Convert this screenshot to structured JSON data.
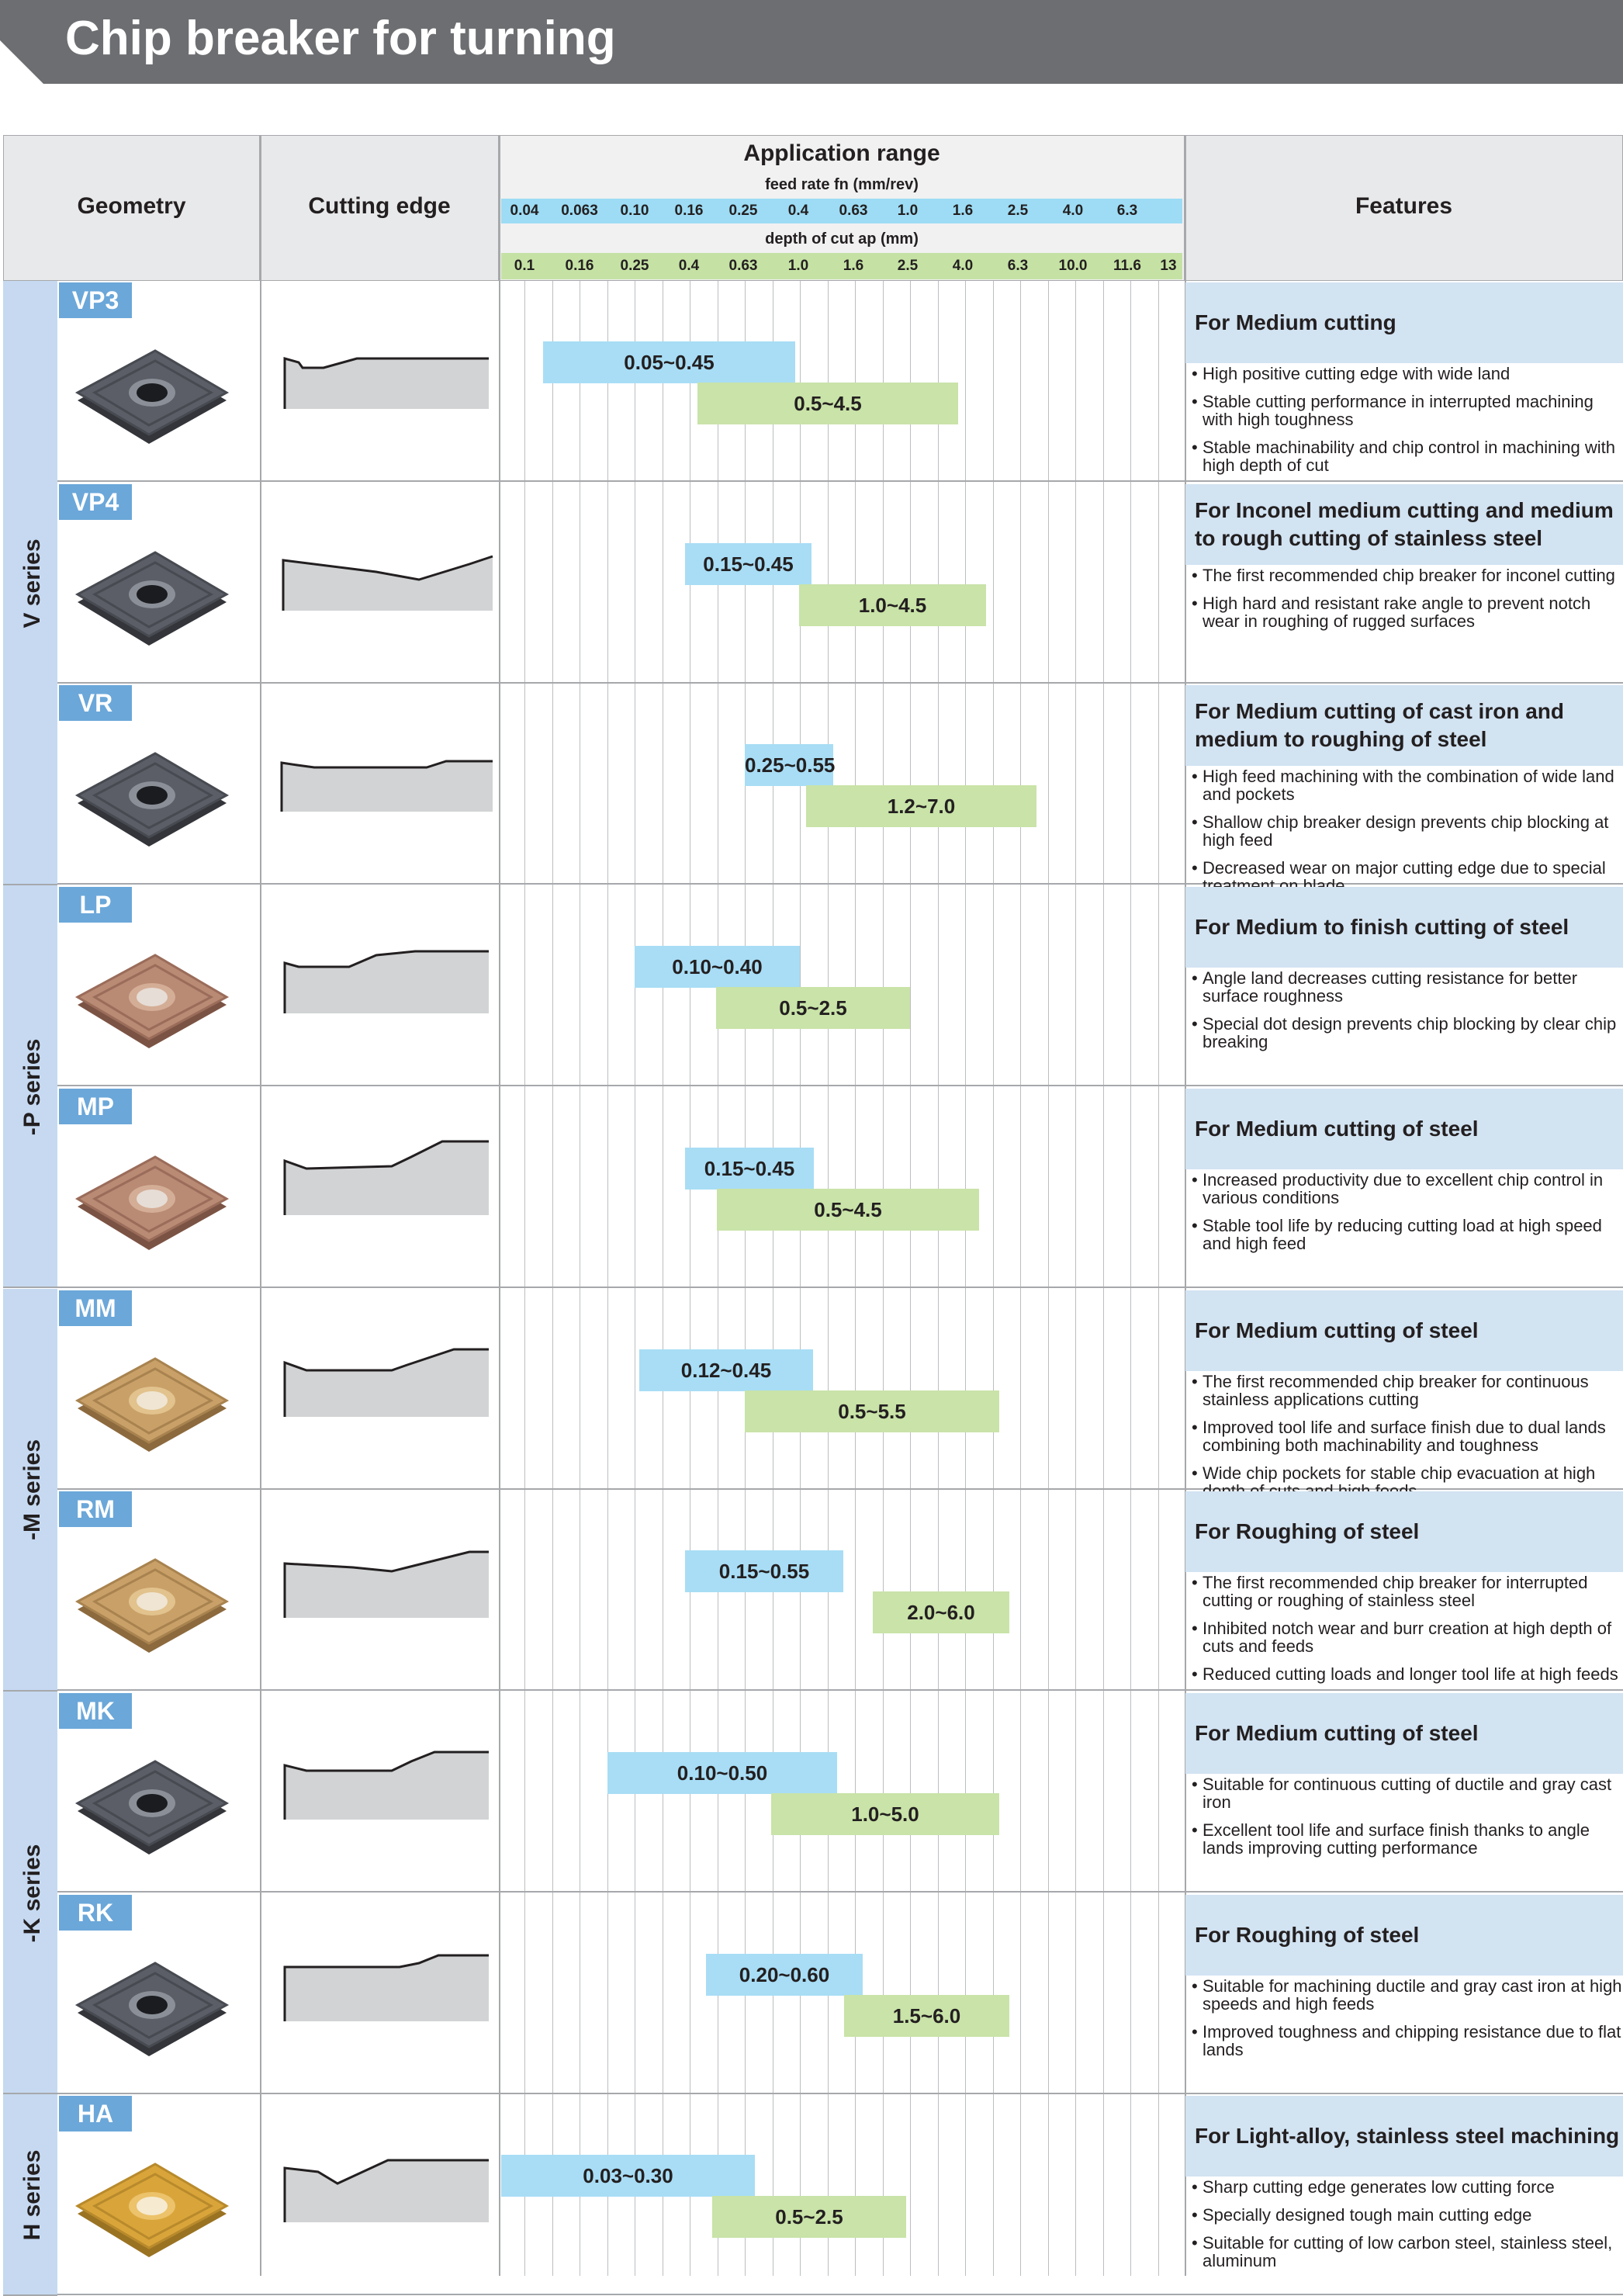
{
  "page": {
    "title": "Chip breaker for turning"
  },
  "header": {
    "geometry": "Geometry",
    "cutting_edge": "Cutting edge",
    "application_range": "Application range",
    "feed_label": "feed rate fn (mm/rev)",
    "depth_label": "depth of cut ap (mm)",
    "features": "Features",
    "feed_ticks": [
      "0.04",
      "0.063",
      "0.10",
      "0.16",
      "0.25",
      "0.4",
      "0.63",
      "1.0",
      "1.6",
      "2.5",
      "4.0",
      "6.3"
    ],
    "depth_ticks": [
      "0.1",
      "0.16",
      "0.25",
      "0.4",
      "0.63",
      "1.0",
      "1.6",
      "2.5",
      "4.0",
      "6.3",
      "10.0",
      "11.6",
      "13"
    ]
  },
  "series": [
    {
      "label": "V series"
    },
    {
      "label": "-P series"
    },
    {
      "label": "-M series"
    },
    {
      "label": "-K series"
    },
    {
      "label": "H series"
    }
  ],
  "rows": [
    {
      "code": "VP3",
      "insert_color": "dark",
      "feed_range": "0.05~0.45",
      "depth_range": "0.5~4.5",
      "feature_title": "For Medium cutting",
      "features": [
        "High positive cutting edge with wide land",
        "Stable cutting performance in interrupted machining with high toughness",
        "Stable machinability and chip control in machining with high depth of cut"
      ]
    },
    {
      "code": "VP4",
      "insert_color": "dark",
      "feed_range": "0.15~0.45",
      "depth_range": "1.0~4.5",
      "feature_title": "For Inconel medium cutting and medium to rough cutting of stainless steel",
      "features": [
        "The first recommended chip breaker for inconel cutting",
        "High hard and resistant rake angle to prevent notch wear in roughing of rugged surfaces"
      ]
    },
    {
      "code": "VR",
      "insert_color": "dark",
      "feed_range": "0.25~0.55",
      "depth_range": "1.2~7.0",
      "feature_title": "For Medium cutting of cast iron and medium to roughing of steel",
      "features": [
        "High feed machining with the combination of wide land and  pockets",
        "Shallow chip breaker design prevents chip blocking at high feed",
        "Decreased wear on major cutting edge due to special treatment on blade"
      ]
    },
    {
      "code": "LP",
      "insert_color": "bronze",
      "feed_range": "0.10~0.40",
      "depth_range": "0.5~2.5",
      "feature_title": "For Medium to finish cutting of steel",
      "features": [
        "Angle land decreases cutting resistance for better surface roughness",
        "Special dot design prevents chip blocking by clear chip breaking"
      ]
    },
    {
      "code": "MP",
      "insert_color": "bronze",
      "feed_range": "0.15~0.45",
      "depth_range": "0.5~4.5",
      "feature_title": "For Medium cutting of steel",
      "features": [
        "Increased productivity due to excellent chip control in various conditions",
        "Stable tool life by reducing cutting load at high speed and high feed"
      ]
    },
    {
      "code": "MM",
      "insert_color": "gold",
      "feed_range": "0.12~0.45",
      "depth_range": "0.5~5.5",
      "feature_title": "For Medium cutting of steel",
      "features": [
        "The first recommended chip breaker for continuous stainless applications cutting",
        "Improved tool life and surface finish due to dual lands combining both machinability and toughness",
        "Wide chip pockets for stable chip evacuation at high depth of cuts and high feeds"
      ]
    },
    {
      "code": "RM",
      "insert_color": "gold",
      "feed_range": "0.15~0.55",
      "depth_range": "2.0~6.0",
      "feature_title": "For Roughing of steel",
      "features": [
        "The first recommended chip breaker for interrupted cutting or roughing of stainless steel",
        "Inhibited notch wear and burr creation at high depth of cuts and feeds",
        "Reduced cutting loads and longer tool life at high feeds"
      ]
    },
    {
      "code": "MK",
      "insert_color": "dark",
      "feed_range": "0.10~0.50",
      "depth_range": "1.0~5.0",
      "feature_title": "For Medium cutting of steel",
      "features": [
        "Suitable for continuous cutting of ductile and gray cast iron",
        "Excellent tool life and surface finish thanks to angle lands improving cutting performance"
      ]
    },
    {
      "code": "RK",
      "insert_color": "dark",
      "feed_range": "0.20~0.60",
      "depth_range": "1.5~6.0",
      "feature_title": "For Roughing of steel",
      "features": [
        "Suitable for machining ductile and gray cast iron at high speeds and high feeds",
        "Improved toughness and chipping resistance due to flat lands"
      ]
    },
    {
      "code": "HA",
      "insert_color": "yellow",
      "feed_range": "0.03~0.30",
      "depth_range": "0.5~2.5",
      "feature_title": "For Light-alloy, stainless steel machining",
      "features": [
        "Sharp cutting edge generates low cutting force",
        "Specially designed tough main cutting edge",
        "Suitable for cutting of low carbon steel, stainless steel, aluminum"
      ]
    }
  ],
  "colors": {
    "title_bar": "#6d6e71",
    "feed_bar": "#a8ddf5",
    "depth_bar": "#c9e3a8",
    "code_badge": "#6ba7d9",
    "series_band": "#c6d9f1",
    "feature_header": "#d2e3f2"
  }
}
